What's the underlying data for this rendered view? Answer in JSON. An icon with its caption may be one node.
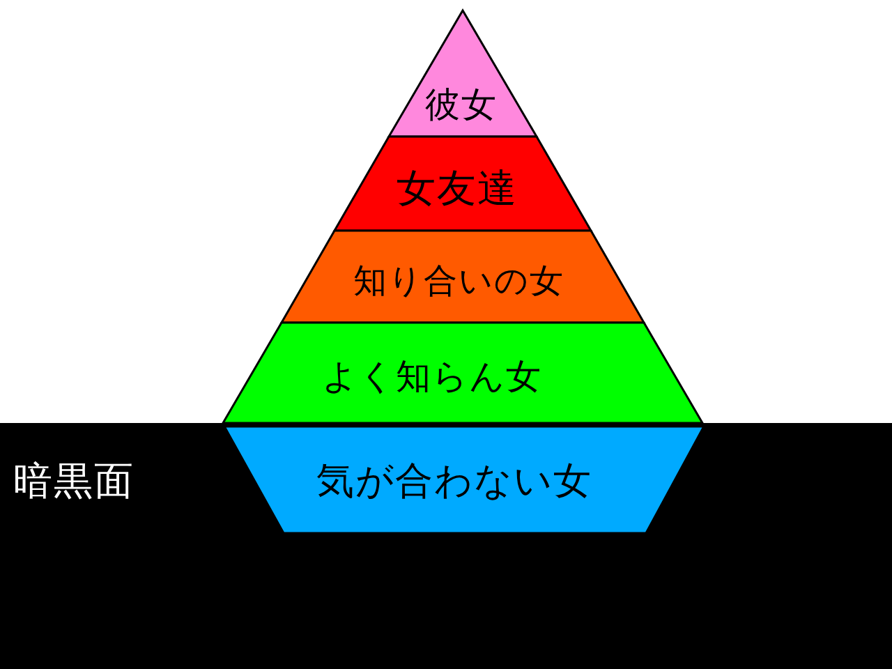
{
  "diagram": {
    "nodes": [
      {
        "text": [
          "彼女"
        ]
      },
      {
        "text": [
          "女友達"
        ]
      },
      {
        "text": [
          "知り合いの女"
        ]
      },
      {
        "text": [
          "よく知らん女"
        ]
      },
      {
        "text": [
          "暗黒面"
        ]
      },
      {
        "text": [
          "気が合わない女"
        ],
        "in": 4
      }
    ]
  }
}
